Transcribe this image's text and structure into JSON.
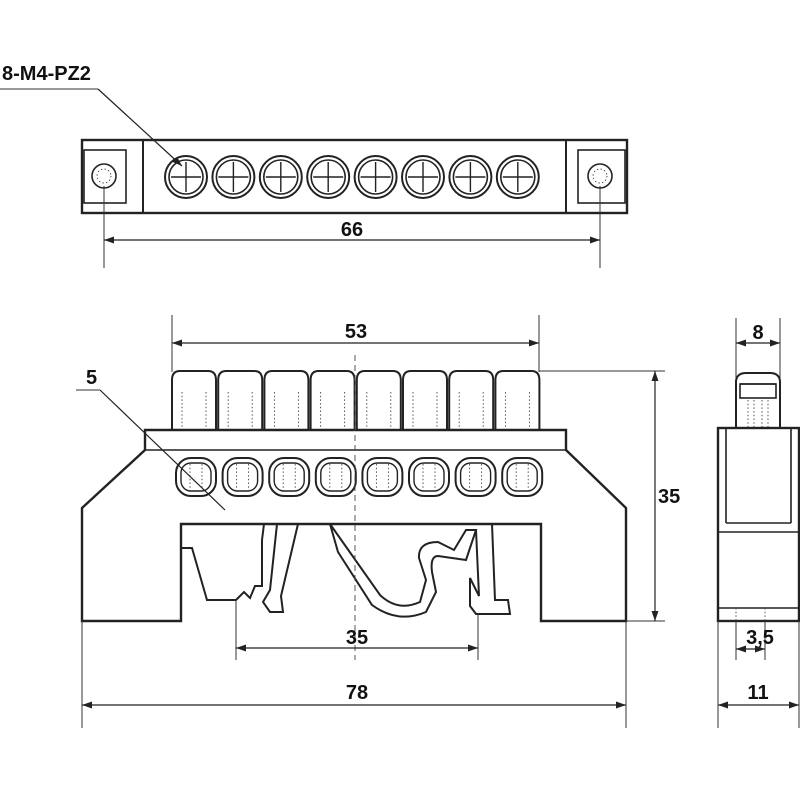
{
  "labels": {
    "screw_spec": "8-M4-PZ2",
    "dim_mount_length": "66",
    "dim_screw_span": "53",
    "dim_hole_size": "5",
    "dim_height": "35",
    "dim_rail_width": "35",
    "dim_total_length": "78",
    "dim_side_top": "8",
    "dim_side_slot": "3,5",
    "dim_side_width": "11"
  },
  "terminal_count": 8
}
